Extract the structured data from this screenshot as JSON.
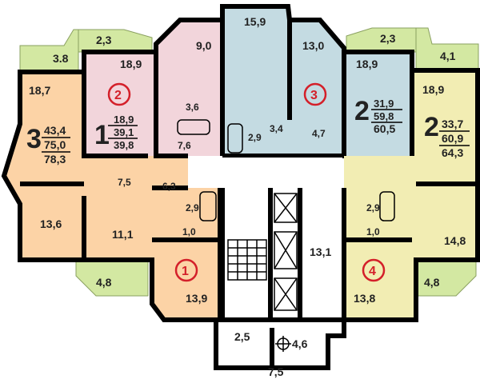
{
  "colors": {
    "orange": "#fcd3a6",
    "pink": "#f2d5db",
    "blue": "#c4dbe2",
    "yellow": "#f2edb3",
    "green": "#d3e8a2",
    "marker": "#d4202a",
    "wall": "#000000"
  },
  "apartments": [
    {
      "badge": "1",
      "room_count": "",
      "rooms": [
        "13,9",
        "2,9",
        "1,0"
      ]
    },
    {
      "badge": "2",
      "room_count": "1",
      "living": "18,9",
      "total": "39,1",
      "total_with_balcony": "39,8",
      "rooms": [
        "18,9",
        "9,0",
        "3,6",
        "7,6"
      ]
    },
    {
      "badge": "3",
      "room_count": "",
      "rooms": [
        "15,9",
        "13,0",
        "2,9",
        "3,4",
        "4,7"
      ]
    },
    {
      "badge": "4",
      "room_count": "",
      "rooms": [
        "13,8",
        "2,9",
        "1,0"
      ]
    }
  ],
  "summaries": {
    "left": {
      "room_count": "3",
      "living": "43,4",
      "total": "75,0",
      "total_with_balcony": "78,3",
      "rooms": [
        "18,7",
        "13,6",
        "11,1",
        "7,5",
        "6,3"
      ]
    },
    "center_right": {
      "room_count": "2",
      "living": "31,9",
      "total": "59,8",
      "total_with_balcony": "60,5",
      "rooms": [
        "18,9"
      ]
    },
    "right": {
      "room_count": "2",
      "living": "33,7",
      "total": "60,9",
      "total_with_balcony": "64,3",
      "rooms": [
        "18,9",
        "14,8"
      ]
    }
  },
  "balconies": [
    "3.8",
    "2,3",
    "2,3",
    "4,1",
    "4,8",
    "4,8"
  ],
  "core": {
    "corridor": "13,1",
    "vestibule": "2,5",
    "shaft": "4,6",
    "entrance": "7,5"
  }
}
